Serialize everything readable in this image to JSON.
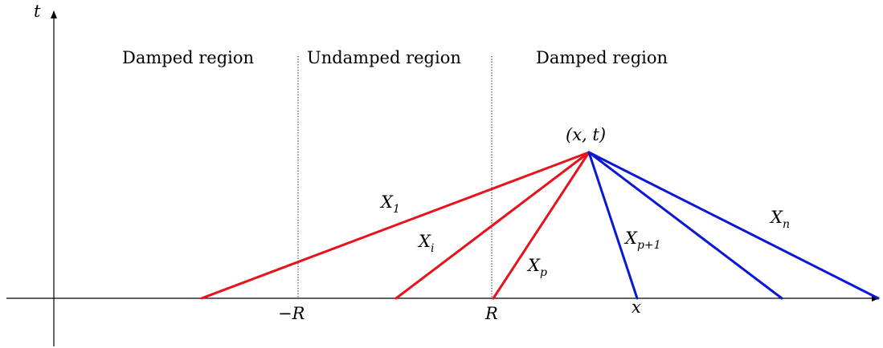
{
  "colors": {
    "damped_ray": "#e8121b",
    "undamped_ray": "#0b17d6",
    "axis": "#000000"
  },
  "regions": {
    "left": "Damped region",
    "middle": "Undamped region",
    "right": "Damped region"
  },
  "axes": {
    "t_label": "t",
    "x_label": "x",
    "neg_r_label": "−R",
    "r_label": "R"
  },
  "point_label": "(x, t)",
  "rays": {
    "x1": {
      "base": "X",
      "sub": "1"
    },
    "xi": {
      "base": "X",
      "sub": "i"
    },
    "xp": {
      "base": "X",
      "sub": "p"
    },
    "xp1": {
      "base": "X",
      "sub": "p+1"
    },
    "xn": {
      "base": "X",
      "sub": "n"
    }
  }
}
